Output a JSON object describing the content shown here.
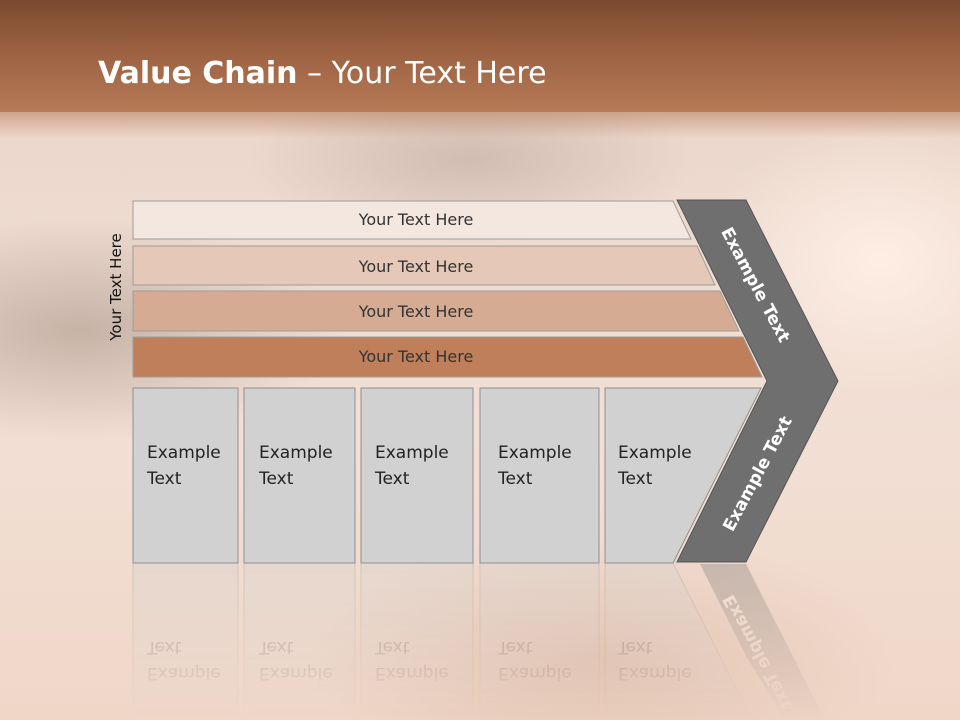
{
  "slide": {
    "title_bold": "Value Chain",
    "title_rest": " – Your Text Here",
    "side_label": "Your Text Here"
  },
  "bars": [
    {
      "label": "Your Text Here",
      "color": "#f4e7df"
    },
    {
      "label": "Your Text Here",
      "color": "#e5c8b8"
    },
    {
      "label": "Your Text Here",
      "color": "#d6ab93"
    },
    {
      "label": "Your Text Here",
      "color": "#bf7f5b"
    }
  ],
  "boxes": [
    {
      "line1": "Example",
      "line2": "Text"
    },
    {
      "line1": "Example",
      "line2": "Text"
    },
    {
      "line1": "Example",
      "line2": "Text"
    },
    {
      "line1": "Example",
      "line2": "Text"
    },
    {
      "line1": "Example",
      "line2": "Text"
    }
  ],
  "chevron": {
    "upper_label": "Example Text",
    "lower_label": "Example Text",
    "color": "#6f6f6f"
  },
  "colors": {
    "box_fill": "#d1d1d1",
    "box_border": "#8f8f8f",
    "header_brown": "#9b6141"
  }
}
